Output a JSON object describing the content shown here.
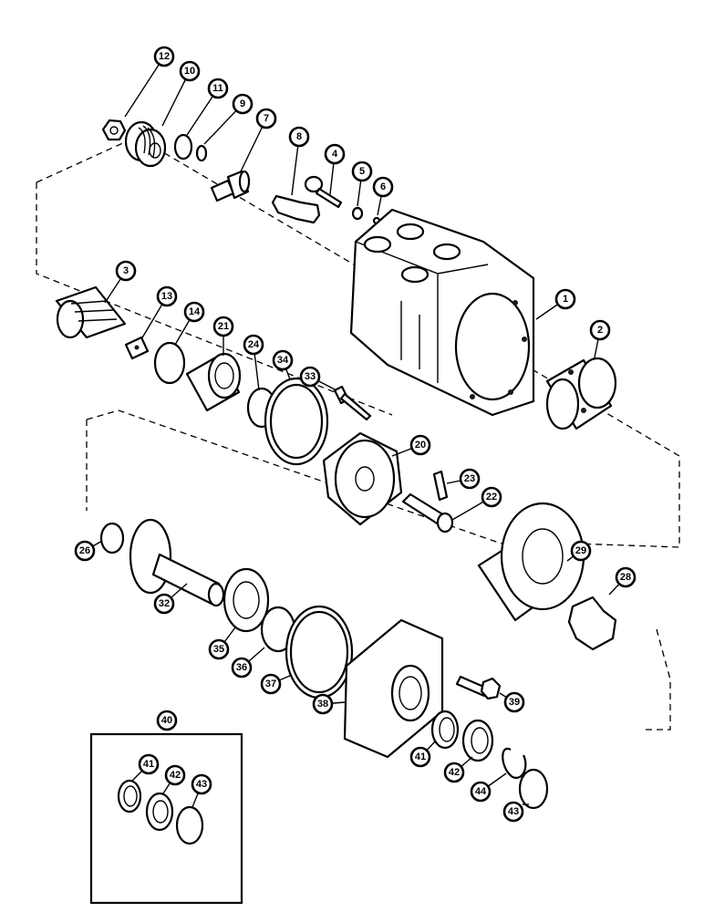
{
  "callouts": [
    {
      "id": "p1",
      "label": "1"
    },
    {
      "id": "p2",
      "label": "2"
    },
    {
      "id": "p3",
      "label": "3"
    },
    {
      "id": "p4",
      "label": "4"
    },
    {
      "id": "p5",
      "label": "5"
    },
    {
      "id": "p6",
      "label": "6"
    },
    {
      "id": "p7",
      "label": "7"
    },
    {
      "id": "p8",
      "label": "8"
    },
    {
      "id": "p9",
      "label": "9"
    },
    {
      "id": "p10",
      "label": "10"
    },
    {
      "id": "p11",
      "label": "11"
    },
    {
      "id": "p12",
      "label": "12"
    },
    {
      "id": "p13",
      "label": "13"
    },
    {
      "id": "p14",
      "label": "14"
    },
    {
      "id": "p20",
      "label": "20"
    },
    {
      "id": "p21",
      "label": "21"
    },
    {
      "id": "p22",
      "label": "22"
    },
    {
      "id": "p23",
      "label": "23"
    },
    {
      "id": "p24",
      "label": "24"
    },
    {
      "id": "p26",
      "label": "26"
    },
    {
      "id": "p28",
      "label": "28"
    },
    {
      "id": "p29",
      "label": "29"
    },
    {
      "id": "p32",
      "label": "32"
    },
    {
      "id": "p33",
      "label": "33"
    },
    {
      "id": "p34",
      "label": "34"
    },
    {
      "id": "p35",
      "label": "35"
    },
    {
      "id": "p36",
      "label": "36"
    },
    {
      "id": "p37",
      "label": "37"
    },
    {
      "id": "p38",
      "label": "38"
    },
    {
      "id": "p39",
      "label": "39"
    },
    {
      "id": "p40",
      "label": "40"
    },
    {
      "id": "p41a",
      "label": "41"
    },
    {
      "id": "p42a",
      "label": "42"
    },
    {
      "id": "p43a",
      "label": "43"
    },
    {
      "id": "p41b",
      "label": "41"
    },
    {
      "id": "p42b",
      "label": "42"
    },
    {
      "id": "p43b",
      "label": "43"
    },
    {
      "id": "p44",
      "label": "44"
    }
  ]
}
